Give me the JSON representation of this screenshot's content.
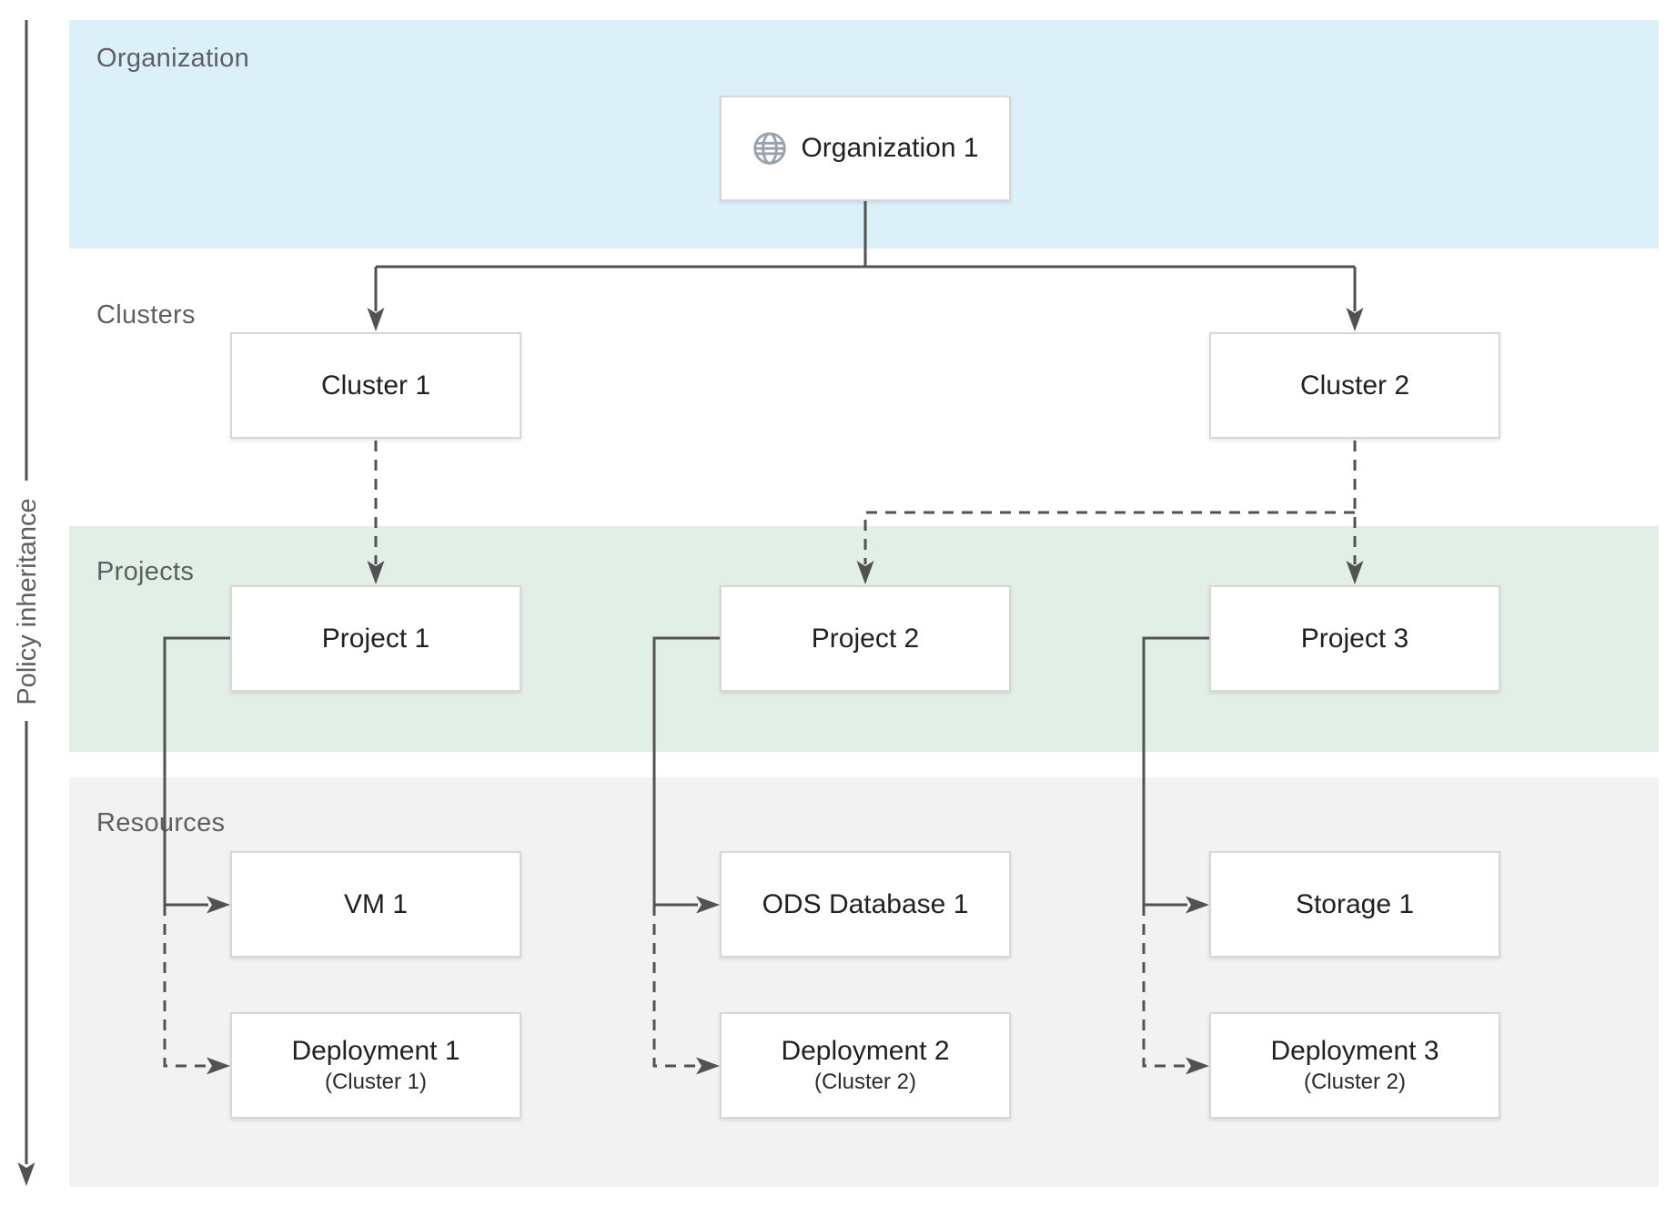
{
  "figure": {
    "axis_label": "Policy inheritance"
  },
  "bands": {
    "organization": {
      "label": "Organization",
      "color": "#dcf0fa"
    },
    "clusters": {
      "label": "Clusters",
      "color": "#ffffff"
    },
    "projects": {
      "label": "Projects",
      "color": "#e2efe7"
    },
    "resources": {
      "label": "Resources",
      "color": "#f2f2f2"
    }
  },
  "nodes": {
    "organization1": {
      "label": "Organization 1",
      "icon": "globe-icon"
    },
    "cluster1": {
      "label": "Cluster 1"
    },
    "cluster2": {
      "label": "Cluster 2"
    },
    "project1": {
      "label": "Project 1"
    },
    "project2": {
      "label": "Project 2"
    },
    "project3": {
      "label": "Project 3"
    },
    "vm1": {
      "label": "VM 1"
    },
    "odsDatabase1": {
      "label": "ODS Database 1"
    },
    "storage1": {
      "label": "Storage 1"
    },
    "deployment1": {
      "label": "Deployment 1",
      "sublabel": "(Cluster 1)"
    },
    "deployment2": {
      "label": "Deployment 2",
      "sublabel": "(Cluster 2)"
    },
    "deployment3": {
      "label": "Deployment 3",
      "sublabel": "(Cluster 2)"
    }
  },
  "edges": [
    {
      "from": "Organization 1",
      "to": "Cluster 1",
      "style": "solid"
    },
    {
      "from": "Organization 1",
      "to": "Cluster 2",
      "style": "solid"
    },
    {
      "from": "Cluster 1",
      "to": "Project 1",
      "style": "dashed"
    },
    {
      "from": "Cluster 2",
      "to": "Project 2",
      "style": "dashed"
    },
    {
      "from": "Cluster 2",
      "to": "Project 3",
      "style": "dashed"
    },
    {
      "from": "Project 1",
      "to": "VM 1",
      "style": "solid"
    },
    {
      "from": "Project 1",
      "to": "Deployment 1",
      "style": "dashed"
    },
    {
      "from": "Project 2",
      "to": "ODS Database 1",
      "style": "solid"
    },
    {
      "from": "Project 2",
      "to": "Deployment 2",
      "style": "dashed"
    },
    {
      "from": "Project 3",
      "to": "Storage 1",
      "style": "solid"
    },
    {
      "from": "Project 3",
      "to": "Deployment 3",
      "style": "dashed"
    }
  ],
  "colors": {
    "connector": "#525252",
    "node_border": "#d7d7d7",
    "node_text": "#212121",
    "band_label_text": "#5c6063",
    "globe_icon": "#99a1ab"
  }
}
